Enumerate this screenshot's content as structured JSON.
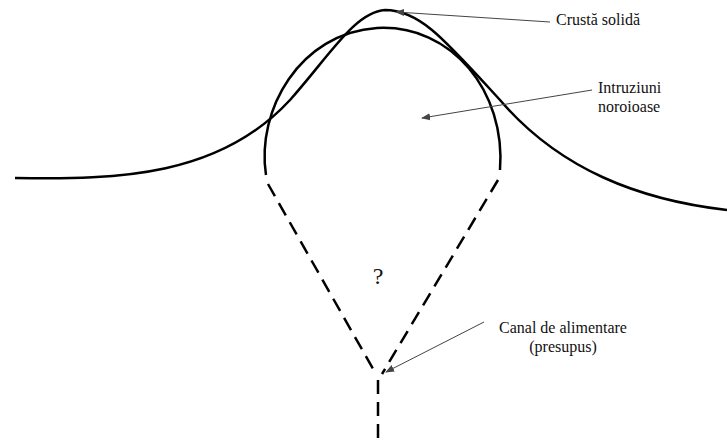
{
  "diagram": {
    "labels": [
      "Crustă solidă",
      "Intruziuni noroioase",
      "?",
      "Canal de alimentare (presupus)"
    ]
  }
}
